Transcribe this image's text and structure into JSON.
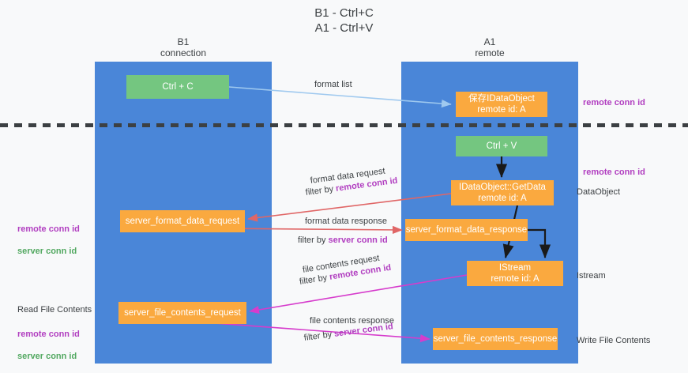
{
  "title": "B1 - Ctrl+C\nA1 - Ctrl+V",
  "columns": [
    {
      "name": "B1",
      "sub": "connection",
      "label": "B1\nconnection"
    },
    {
      "name": "A1",
      "sub": "remote",
      "label": "A1\nremote"
    }
  ],
  "colors": {
    "lane": "#4a86d8",
    "background": "#f8f9fa",
    "node_green": "#74c680",
    "node_orange": "#faa93f",
    "accent_purple": "#b13ec0",
    "accent_green_text": "#52a860",
    "arrow_format_list": "#9fc9ef",
    "arrow_format_data": "#e06666",
    "arrow_file_contents": "#d63ccc",
    "arrow_black": "#1a1a1a",
    "divider": "#3c4043"
  },
  "nodes": {
    "ctrl_c": "Ctrl + C",
    "save_dataobject": "保存IDataObject\nremote id: A",
    "ctrl_v": "Ctrl + V",
    "getdata": "IDataObject::GetData\nremote id: A",
    "server_format_data_request": "server_format_data_request",
    "server_format_data_response": "server_format_data_response",
    "istream": "IStream\nremote id: A",
    "server_file_contents_request": "server_file_contents_request",
    "server_file_contents_response": "server_file_contents_response"
  },
  "edge_labels": {
    "format_list": "format list",
    "format_data_request": "format data request",
    "format_data_request_filter_prefix": "filter by ",
    "format_data_request_filter_key": "remote conn id",
    "format_data_response": "format data response",
    "format_data_response_filter_prefix": "filter by ",
    "format_data_response_filter_key": "server conn id",
    "file_contents_request": "file contents request",
    "file_contents_request_filter_prefix": "filter by ",
    "file_contents_request_filter_key": "remote conn id",
    "file_contents_response": "file contents response",
    "file_contents_response_filter_prefix": "filter by ",
    "file_contents_response_filter_key": "server conn id"
  },
  "annotations": {
    "right_remote_conn_id_top": "remote conn id",
    "right_remote_conn_id_mid": "remote conn id",
    "right_dataobject": "DataObject",
    "right_istream": "Istream",
    "right_write_file_contents": "Write File Contents",
    "left_remote_conn_id": "remote conn id",
    "left_server_conn_id": "server conn id",
    "left_read_file_contents": "Read File Contents",
    "left_remote_conn_id_2": "remote conn id",
    "left_server_conn_id_2": "server conn id"
  }
}
